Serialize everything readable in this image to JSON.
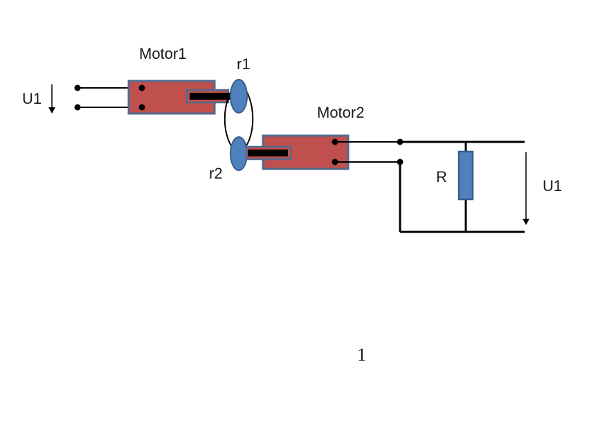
{
  "labels": {
    "motor1": "Motor1",
    "motor2": "Motor2",
    "r1": "r1",
    "r2": "r2",
    "u1_left": "U1",
    "u1_right": "U1",
    "resistor": "R",
    "page_number": "1"
  },
  "colors": {
    "motor_fill": "#c0504d",
    "motor_stroke": "#4f6b8f",
    "roller_fill": "#4f81bd",
    "roller_stroke": "#385d8a",
    "resistor_fill": "#4f81bd",
    "shaft": "#000000",
    "wire": "#000000"
  }
}
